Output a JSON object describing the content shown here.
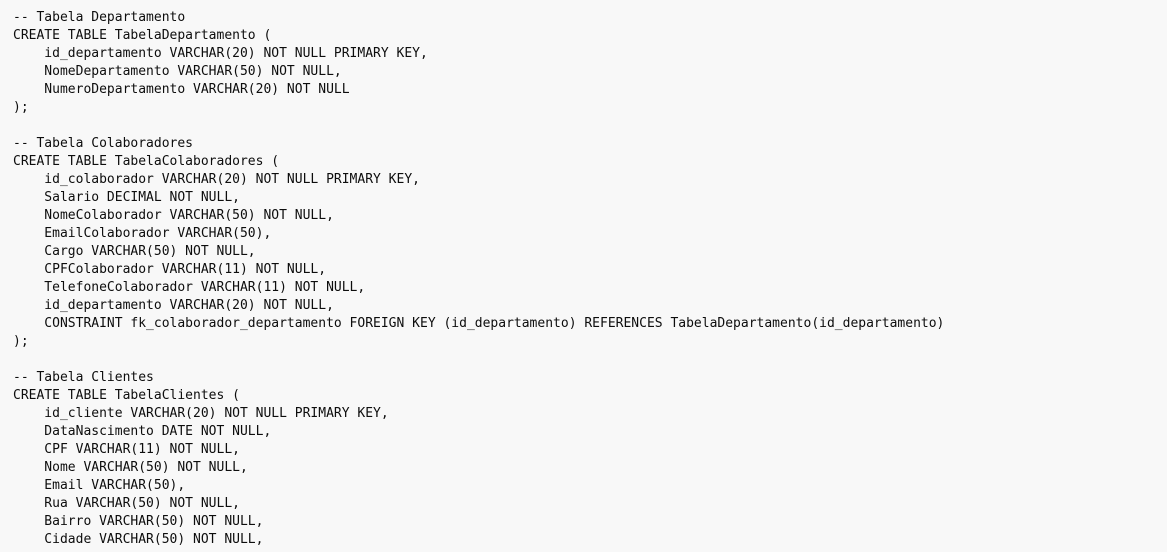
{
  "code": {
    "lines": [
      "-- Tabela Departamento",
      "CREATE TABLE TabelaDepartamento (",
      "    id_departamento VARCHAR(20) NOT NULL PRIMARY KEY,",
      "    NomeDepartamento VARCHAR(50) NOT NULL,",
      "    NumeroDepartamento VARCHAR(20) NOT NULL",
      ");",
      "",
      "-- Tabela Colaboradores",
      "CREATE TABLE TabelaColaboradores (",
      "    id_colaborador VARCHAR(20) NOT NULL PRIMARY KEY,",
      "    Salario DECIMAL NOT NULL,",
      "    NomeColaborador VARCHAR(50) NOT NULL,",
      "    EmailColaborador VARCHAR(50),",
      "    Cargo VARCHAR(50) NOT NULL,",
      "    CPFColaborador VARCHAR(11) NOT NULL,",
      "    TelefoneColaborador VARCHAR(11) NOT NULL,",
      "    id_departamento VARCHAR(20) NOT NULL,",
      "    CONSTRAINT fk_colaborador_departamento FOREIGN KEY (id_departamento) REFERENCES TabelaDepartamento(id_departamento)",
      ");",
      "",
      "-- Tabela Clientes",
      "CREATE TABLE TabelaClientes (",
      "    id_cliente VARCHAR(20) NOT NULL PRIMARY KEY,",
      "    DataNascimento DATE NOT NULL,",
      "    CPF VARCHAR(11) NOT NULL,",
      "    Nome VARCHAR(50) NOT NULL,",
      "    Email VARCHAR(50),",
      "    Rua VARCHAR(50) NOT NULL,",
      "    Bairro VARCHAR(50) NOT NULL,",
      "    Cidade VARCHAR(50) NOT NULL,"
    ]
  }
}
